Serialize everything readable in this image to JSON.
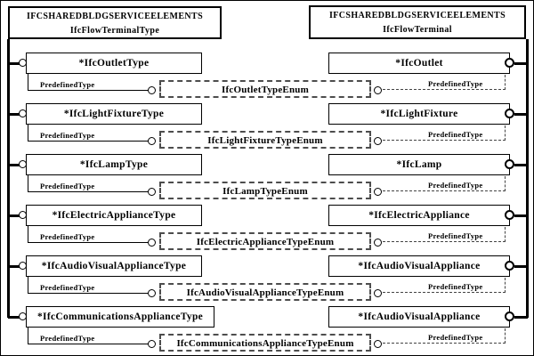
{
  "diagram": {
    "left_header": {
      "line1": "IFCSHAREDBLDGSERVICEELEMENTS",
      "line2": "IfcFlowTerminalType"
    },
    "right_header": {
      "line1": "IFCSHAREDBLDGSERVICEELEMENTS",
      "line2": "IfcFlowTerminal"
    },
    "attribute_label": "PredefinedType",
    "rows": [
      {
        "type_entity": "*IfcOutletType",
        "enum": "IfcOutletTypeEnum",
        "entity": "*IfcOutlet"
      },
      {
        "type_entity": "*IfcLightFixtureType",
        "enum": "IfcLightFixtureTypeEnum",
        "entity": "*IfcLightFixture"
      },
      {
        "type_entity": "*IfcLampType",
        "enum": "IfcLampTypeEnum",
        "entity": "*IfcLamp"
      },
      {
        "type_entity": "*IfcElectricApplianceType",
        "enum": "IfcElectricApplianceTypeEnum",
        "entity": "*IfcElectricAppliance"
      },
      {
        "type_entity": "*IfcAudioVisualApplianceType",
        "enum": "IfcAudioVisualApplianceTypeEnum",
        "entity": "*IfcAudioVisualAppliance"
      },
      {
        "type_entity": "*IfcCommunicationsApplianceType",
        "enum": "IfcCommunicationsApplianceTypeEnum",
        "entity": "*IfcAudioVisualAppliance"
      }
    ],
    "colors": {
      "line": "#000000",
      "dashed_line": "#444444",
      "background": "#ffffff"
    }
  }
}
